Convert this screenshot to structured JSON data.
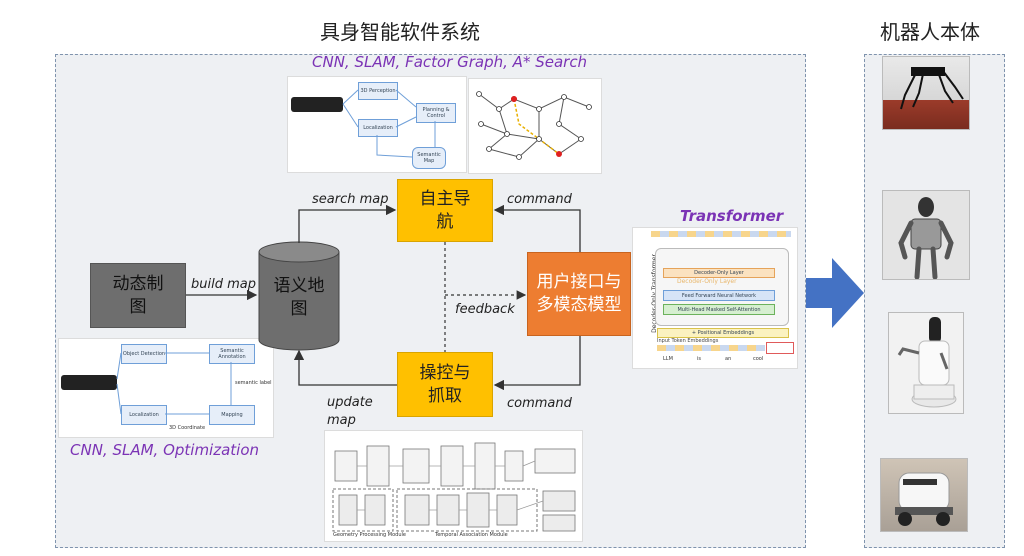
{
  "titles": {
    "software": "具身智能软件系统",
    "robot": "机器人本体"
  },
  "labels": {
    "nav_methods": "CNN, SLAM, Factor Graph, A* Search",
    "map_methods": "CNN, SLAM, Optimization",
    "transformer": "Transformer"
  },
  "boxes": {
    "dynamic_map": "动态制图",
    "semantic_map": "语义地图",
    "navigation": "自主导航",
    "manipulation": "操控与抓取",
    "user_interface": "用户接口与多模态模型"
  },
  "arrows": {
    "build_map": "build map",
    "search_map": "search map",
    "update_map": "update map",
    "command_nav": "command",
    "command_manip": "command",
    "feedback": "feedback"
  },
  "thumb_nav": {
    "blocks": [
      "3D Perception",
      "Planning & Control",
      "Localization",
      "Semantic Map"
    ]
  },
  "thumb_map": {
    "blocks": [
      "Object Detection",
      "Semantic Annotation",
      "Localization",
      "Mapping"
    ],
    "notes": [
      "semantic label",
      "3D Coordinate"
    ]
  },
  "thumb_transformer": {
    "side_label": "Decoder-Only Transformer",
    "layers": [
      "Decoder-Only Layer",
      "Decoder-Only Layer",
      "Feed Forward Neural Network",
      "Multi-Head Masked Self-Attention",
      "+ Positional Embeddings",
      "Input Token Embeddings"
    ],
    "tokens": [
      "LLM",
      "is",
      "an",
      "cool"
    ]
  },
  "thumb_network": {
    "captions": [
      "Geometry Processing Module",
      "Temporal Association Module"
    ]
  },
  "robots": [
    "quadruped-robot",
    "humanoid-robot",
    "service-robot",
    "delivery-robot"
  ],
  "colors": {
    "navigation": "#ffc000",
    "manipulation": "#ffc000",
    "user_interface": "#ed7d31",
    "dynamic_map": "#6e6e6e",
    "semantic_map_cylinder": "#6e6e6e",
    "accent_purple": "#7b33b5",
    "big_arrow": "#4472c4"
  }
}
